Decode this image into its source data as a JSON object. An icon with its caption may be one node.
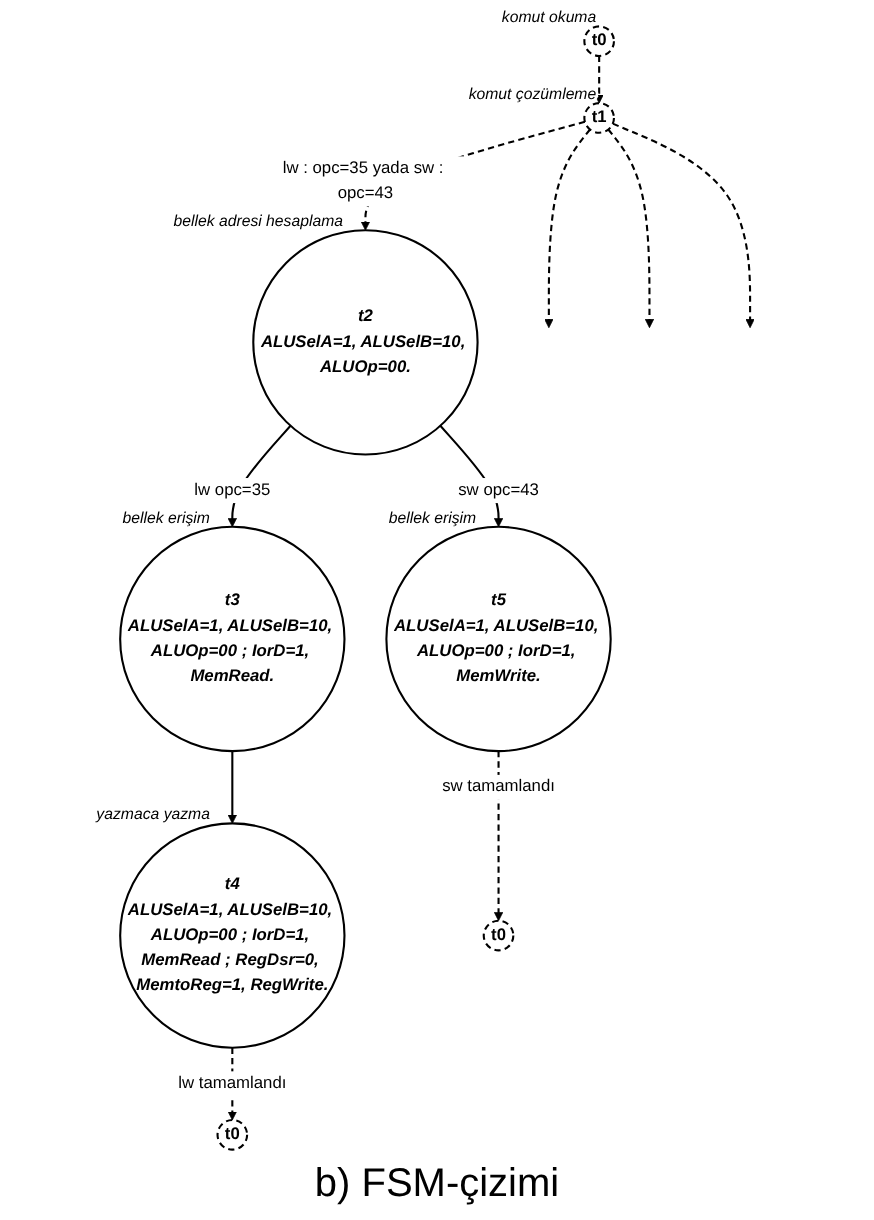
{
  "diagram": {
    "caption": "b) FSM-çizimi",
    "nodes": [
      {
        "text": [
          "t0"
        ],
        "beside": [
          "komut okuma"
        ]
      },
      {
        "text": [
          "t1"
        ],
        "beside": [
          "komut çozümleme"
        ]
      },
      {
        "text": [
          "t2",
          "ALUSelA=1, ALUSelB=10, ALUOp=00."
        ],
        "beside": [
          "bellek adresi hesaplama"
        ]
      },
      {
        "text": [
          "t3",
          "ALUSelA=1, ALUSelB=10, ALUOp=00 ; IorD=1, MemRead."
        ],
        "beside": [
          "bellek erişim"
        ]
      },
      {
        "text": [
          "t5",
          "ALUSelA=1, ALUSelB=10, ALUOp=00 ; IorD=1, MemWrite."
        ],
        "beside": [
          "bellek erişim"
        ]
      },
      {
        "text": [
          "t4",
          "ALUSelA=1, ALUSelB=10, ALUOp=00 ; IorD=1, MemRead ; RegDsr=0, MemtoReg=1, RegWrite."
        ],
        "beside": [
          "yazmaca yazma"
        ]
      },
      {
        "text": [
          "t0"
        ]
      },
      {
        "text": [
          "t0"
        ]
      }
    ],
    "edges": [
      {
        "from": 0,
        "to": 1,
        "arrow": "to",
        "style": "dashed"
      },
      {
        "from": 1,
        "to": 2,
        "arrow": "to",
        "style": "dashed",
        "label": "lw : opc=35 yada sw : opc=43"
      },
      {
        "from": 1,
        "to": null,
        "arrow": "to",
        "style": "dashed"
      },
      {
        "from": 1,
        "to": null,
        "arrow": "to",
        "style": "dashed"
      },
      {
        "from": 1,
        "to": null,
        "arrow": "to",
        "style": "dashed"
      },
      {
        "from": 2,
        "to": 3,
        "arrow": "to",
        "label": "lw opc=35"
      },
      {
        "from": 2,
        "to": 4,
        "arrow": "to",
        "label": "sw opc=43"
      },
      {
        "from": 3,
        "to": 5,
        "arrow": "to"
      },
      {
        "from": 4,
        "to": 6,
        "arrow": "to",
        "style": "dashed",
        "label": "sw tamamlandı"
      },
      {
        "from": 5,
        "to": 7,
        "arrow": "to",
        "style": "dashed",
        "label": "lw tamamlandı"
      }
    ]
  }
}
